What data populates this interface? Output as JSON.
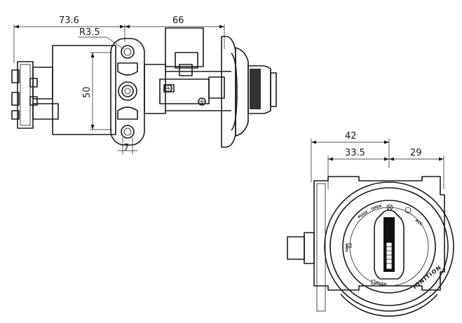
{
  "side_view": {
    "dim_width_left": "73.6",
    "dim_width_right": "66",
    "dim_radius": "R3.5",
    "dim_height": "50",
    "dim_slot": "7"
  },
  "front_view": {
    "dim_overall": "42",
    "dim_left": "33.5",
    "dim_right": "29",
    "ring_label": "IGNITION",
    "pos_open": "OPEN",
    "pos_acc": "ACC",
    "pos_push": "PUSH",
    "pos_off": "OFF",
    "pos_start": "PUSH"
  }
}
